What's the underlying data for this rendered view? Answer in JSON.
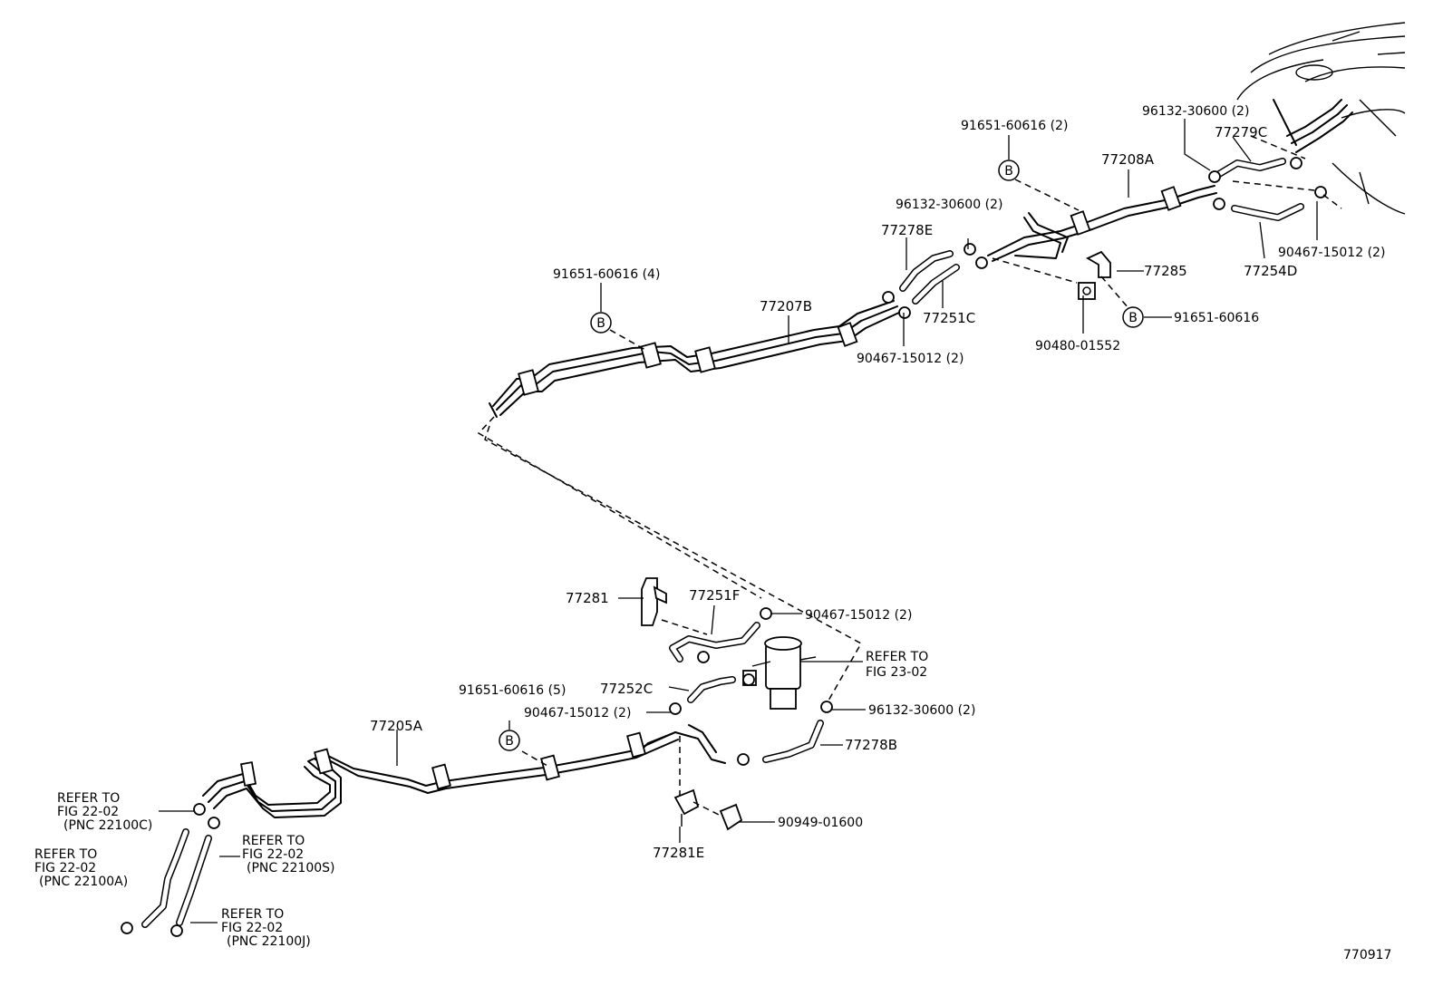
{
  "figure_number": "770917",
  "part_labels": {
    "p91651_2": "91651-60616 (2)",
    "p96132_top": "96132-30600 (2)",
    "p77279C": "77279C",
    "p77208A": "77208A",
    "p96132_mid": "96132-30600 (2)",
    "p77278E": "77278E",
    "p91651_4": "91651-60616 (4)",
    "p77207B": "77207B",
    "p77251C": "77251C",
    "p90467_top": "90467-15012 (2)",
    "p77285": "77285",
    "p90480": "90480-01552",
    "p90467_right": "90467-15012 (2)",
    "p77254D": "77254D",
    "p91651_single": "91651-60616",
    "p77281": "77281",
    "p77251F": "77251F",
    "p90467_mid": "90467-15012 (2)",
    "p77252C": "77252C",
    "p90467_low": "90467-15012 (2)",
    "p91651_5": "91651-60616 (5)",
    "p77205A": "77205A",
    "p96132_low": "96132-30600 (2)",
    "p77278B": "77278B",
    "p90949": "90949-01600",
    "p77281E": "77281E"
  },
  "callout_letter": "B",
  "refer_notes": {
    "fig23": {
      "l1": "REFER TO",
      "l2": "FIG 23-02"
    },
    "c": {
      "l1": "REFER TO",
      "l2": "FIG 22-02",
      "l3": "(PNC 22100C)"
    },
    "a": {
      "l1": "REFER TO",
      "l2": "FIG 22-02",
      "l3": "(PNC 22100A)"
    },
    "s": {
      "l1": "REFER TO",
      "l2": "FIG 22-02",
      "l3": "(PNC 22100S)"
    },
    "j": {
      "l1": "REFER TO",
      "l2": "FIG 22-02",
      "l3": "(PNC 22100J)"
    }
  }
}
